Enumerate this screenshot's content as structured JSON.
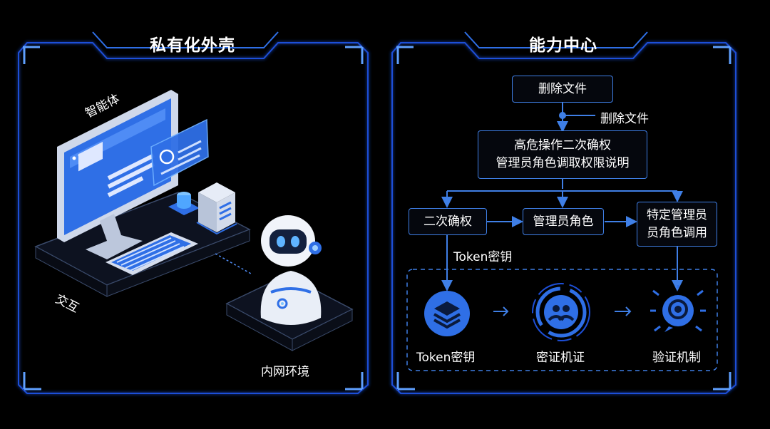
{
  "colors": {
    "background": "#000000",
    "accent": "#2f6fe6",
    "line": "#3f7fe6",
    "glow": "#1d4fd8",
    "text": "#ffffff"
  },
  "left_panel": {
    "title": "私有化外壳",
    "labels": {
      "agent": "智能体",
      "interaction": "交互",
      "intranet": "内网环境"
    },
    "icons": [
      "computer-monitor-icon",
      "keyboard-icon",
      "server-icon",
      "database-icon",
      "robot-icon",
      "user-card-icon"
    ]
  },
  "right_panel": {
    "title": "能力中心",
    "top_box": "删除文件",
    "top_connector_label": "删除文件",
    "confirm_box": {
      "line1": "高危操作二次确权",
      "line2": "管理员角色调取权限说明"
    },
    "row_boxes": {
      "second_confirm": "二次确权",
      "admin_role": "管理员角色",
      "specific_admin": {
        "line1": "特定管理员",
        "line2": "员角色调用"
      }
    },
    "token_label": "Token密钥",
    "bottom_items": [
      {
        "label": "Token密钥",
        "icon": "layers-icon"
      },
      {
        "label": "密证机证",
        "icon": "user-group-icon"
      },
      {
        "label": "验证机制",
        "icon": "verification-icon"
      }
    ]
  }
}
